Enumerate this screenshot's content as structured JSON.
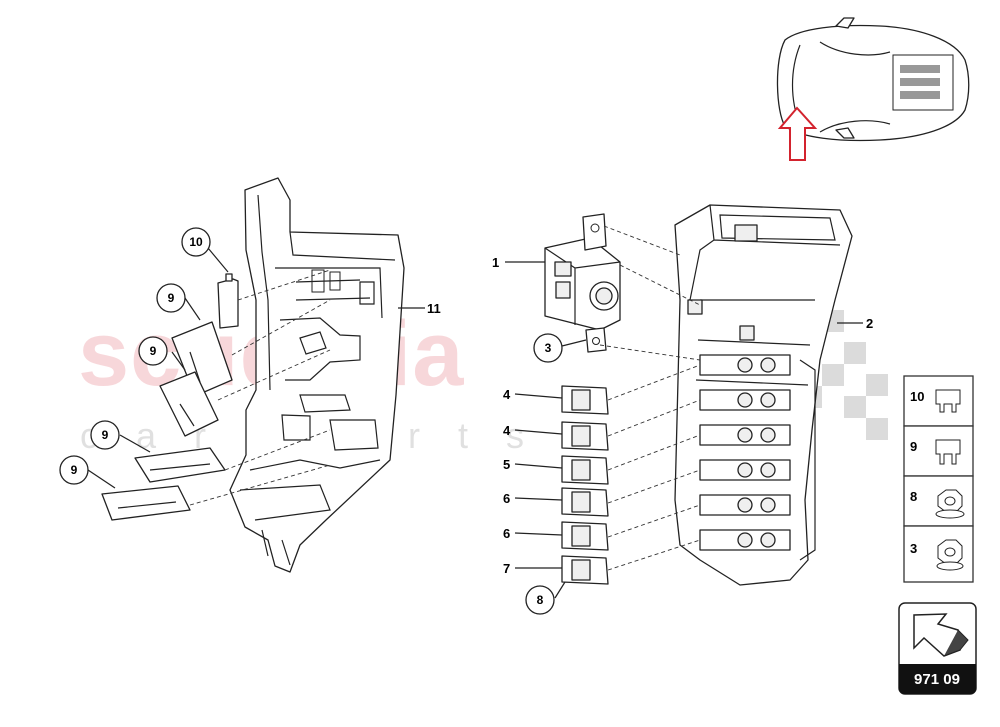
{
  "watermark": {
    "main": "scuderia",
    "sub": "car parts"
  },
  "callouts": {
    "c1": "1",
    "c2": "2",
    "c3": "3",
    "c4a": "4",
    "c4b": "4",
    "c5": "5",
    "c6a": "6",
    "c6b": "6",
    "c7": "7",
    "c8": "8",
    "c9a": "9",
    "c9b": "9",
    "c9c": "9",
    "c9d": "9",
    "c10": "10",
    "c11": "11"
  },
  "legend": [
    {
      "number": "10",
      "icon": "fuse-icon"
    },
    {
      "number": "9",
      "icon": "fuse-icon"
    },
    {
      "number": "8",
      "icon": "nut-icon"
    },
    {
      "number": "3",
      "icon": "nut-icon"
    }
  ],
  "reference_code": "971 09",
  "colors": {
    "arrow": "#d3232e",
    "watermark": "#f2b8bd"
  }
}
